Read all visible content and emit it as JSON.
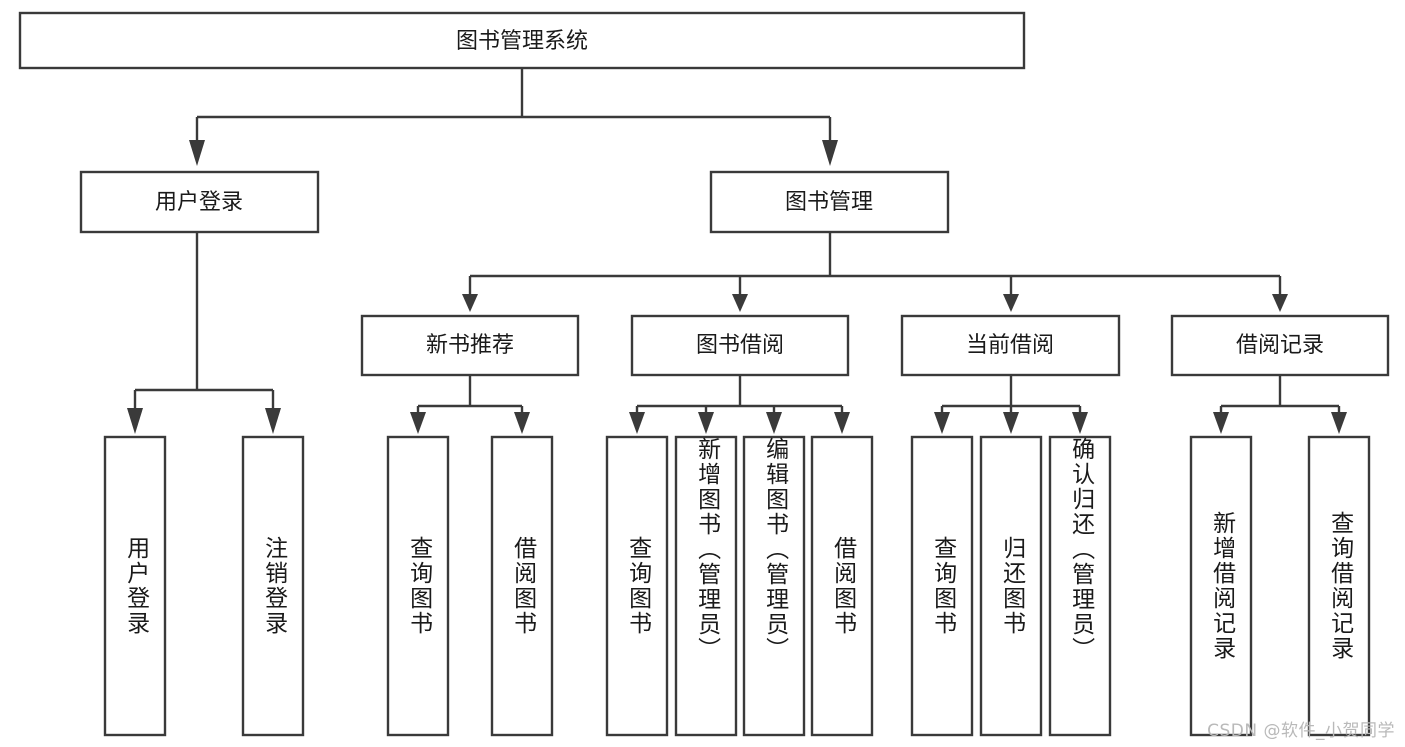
{
  "diagram": {
    "title": "图书管理系统",
    "type": "tree",
    "watermark": "CSDN @软件_小贺同学",
    "colors": {
      "stroke": "#3a3a3a",
      "fill": "#ffffff",
      "text": "#1a1a1a",
      "watermark": "#b9b9b9"
    },
    "root": {
      "id": "root",
      "label": "图书管理系统"
    },
    "level2": [
      {
        "id": "user-login",
        "label": "用户登录"
      },
      {
        "id": "book-manage",
        "label": "图书管理"
      }
    ],
    "level3": [
      {
        "id": "new-book-rec",
        "label": "新书推荐"
      },
      {
        "id": "book-borrow",
        "label": "图书借阅"
      },
      {
        "id": "current-borrow",
        "label": "当前借阅"
      },
      {
        "id": "borrow-record",
        "label": "借阅记录"
      }
    ],
    "leaves": [
      {
        "id": "leaf-user-login",
        "label": "用户登录",
        "parent": "user-login"
      },
      {
        "id": "leaf-user-logout",
        "label": "注销登录",
        "parent": "user-login"
      },
      {
        "id": "leaf-query-book-1",
        "label": "查询图书",
        "parent": "new-book-rec"
      },
      {
        "id": "leaf-borrow-book-1",
        "label": "借阅图书",
        "parent": "new-book-rec"
      },
      {
        "id": "leaf-query-book-2",
        "label": "查询图书",
        "parent": "book-borrow"
      },
      {
        "id": "leaf-add-book",
        "label": "新增图书（管理员）",
        "parent": "book-borrow"
      },
      {
        "id": "leaf-edit-book",
        "label": "编辑图书（管理员）",
        "parent": "book-borrow"
      },
      {
        "id": "leaf-borrow-book-2",
        "label": "借阅图书",
        "parent": "book-borrow"
      },
      {
        "id": "leaf-query-book-3",
        "label": "查询图书",
        "parent": "current-borrow"
      },
      {
        "id": "leaf-return-book",
        "label": "归还图书",
        "parent": "current-borrow"
      },
      {
        "id": "leaf-confirm-return",
        "label": "确认归还（管理员）",
        "parent": "current-borrow"
      },
      {
        "id": "leaf-add-record",
        "label": "新增借阅记录",
        "parent": "borrow-record"
      },
      {
        "id": "leaf-query-record",
        "label": "查询借阅记录",
        "parent": "borrow-record"
      }
    ]
  }
}
